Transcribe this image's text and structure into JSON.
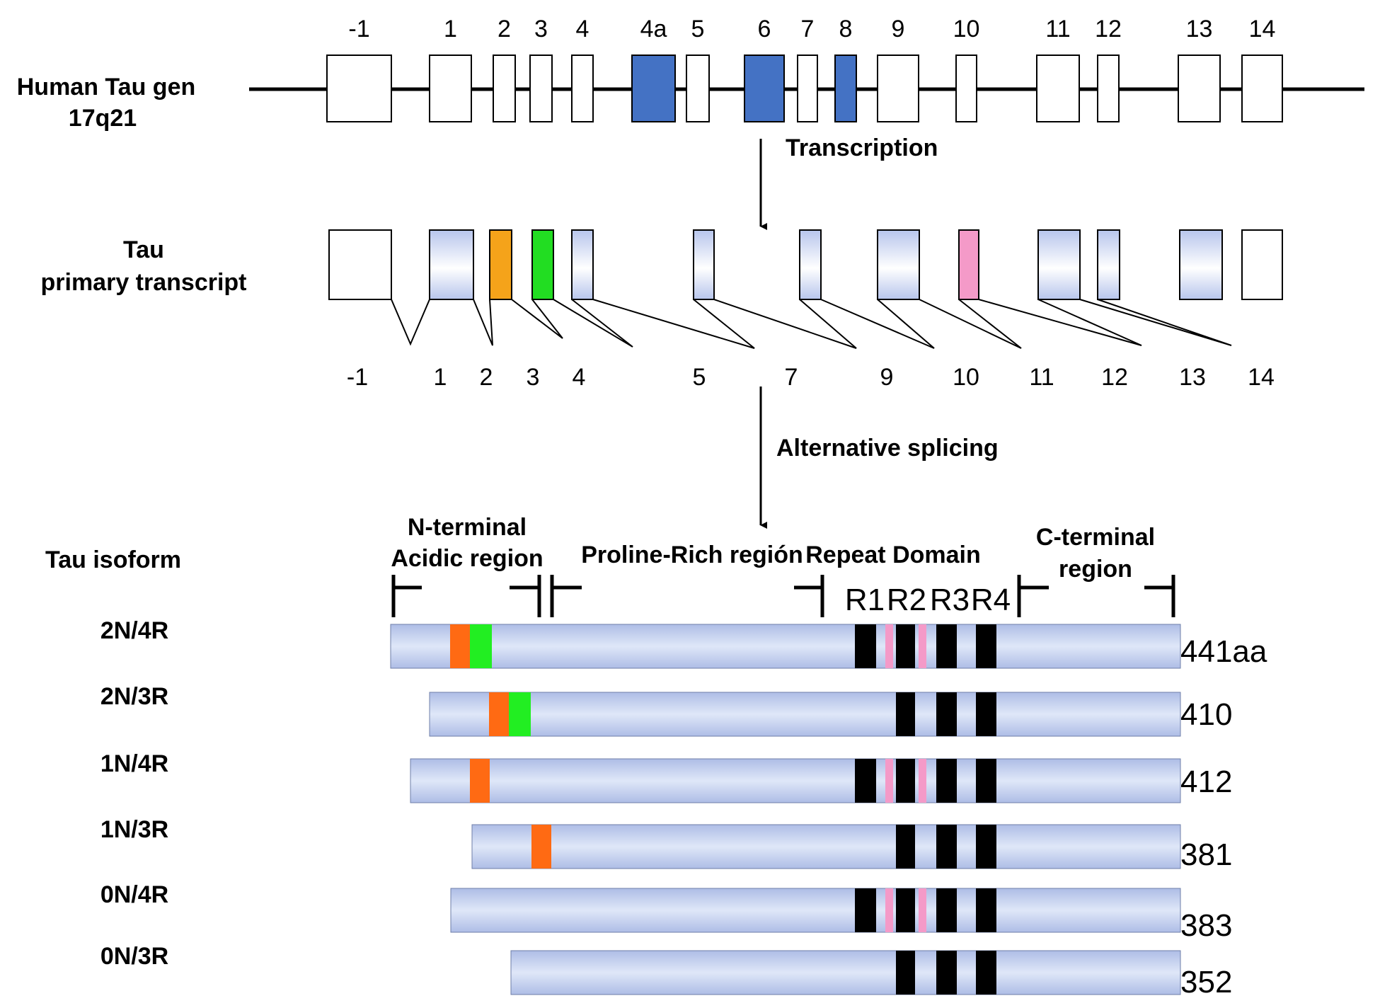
{
  "gene": {
    "label_line1": "Human Tau gen",
    "label_line2": "17q21",
    "exons": [
      "-1",
      "1",
      "2",
      "3",
      "4",
      "4a",
      "5",
      "6",
      "7",
      "8",
      "9",
      "10",
      "11",
      "12",
      "13",
      "14"
    ],
    "constitutively_excluded_exons": [
      "4a",
      "6",
      "8"
    ],
    "excluded_color": "#4472c4"
  },
  "transcription_label": "Transcription",
  "transcript": {
    "label_line1": "Tau",
    "label_line2": "primary transcript",
    "exons": [
      "-1",
      "1",
      "2",
      "3",
      "4",
      "5",
      "7",
      "9",
      "10",
      "11",
      "12",
      "13",
      "14"
    ],
    "exon_colors": {
      "2": "#f5a31a",
      "3": "#22dd22",
      "10": "#f49ac8"
    }
  },
  "splicing_label": "Alternative splicing",
  "isoform_header": "Tau isoform",
  "regions": {
    "n_terminal_line1": "N-terminal",
    "n_terminal_line2": "Acidic region",
    "proline": "Proline-Rich región",
    "repeat": "Repeat Domain",
    "c_terminal_line1": "C-terminal",
    "c_terminal_line2": "region",
    "repeats": [
      "R1",
      "R2",
      "R3",
      "R4"
    ]
  },
  "colors": {
    "bar": "#c5d3f0",
    "exon2": "#ff6a13",
    "exon3": "#22ee22",
    "exon10": "#f49ac8",
    "repeat": "#000000"
  },
  "isoforms": [
    {
      "name": "2N/4R",
      "length": "441aa",
      "exon2": true,
      "exon3": true,
      "exon10": true
    },
    {
      "name": "2N/3R",
      "length": "410",
      "exon2": true,
      "exon3": true,
      "exon10": false
    },
    {
      "name": "1N/4R",
      "length": "412",
      "exon2": true,
      "exon3": false,
      "exon10": true
    },
    {
      "name": "1N/3R",
      "length": "381",
      "exon2": true,
      "exon3": false,
      "exon10": false
    },
    {
      "name": "0N/4R",
      "length": "383",
      "exon2": false,
      "exon3": false,
      "exon10": true
    },
    {
      "name": "0N/3R",
      "length": "352",
      "exon2": false,
      "exon3": false,
      "exon10": false
    }
  ]
}
